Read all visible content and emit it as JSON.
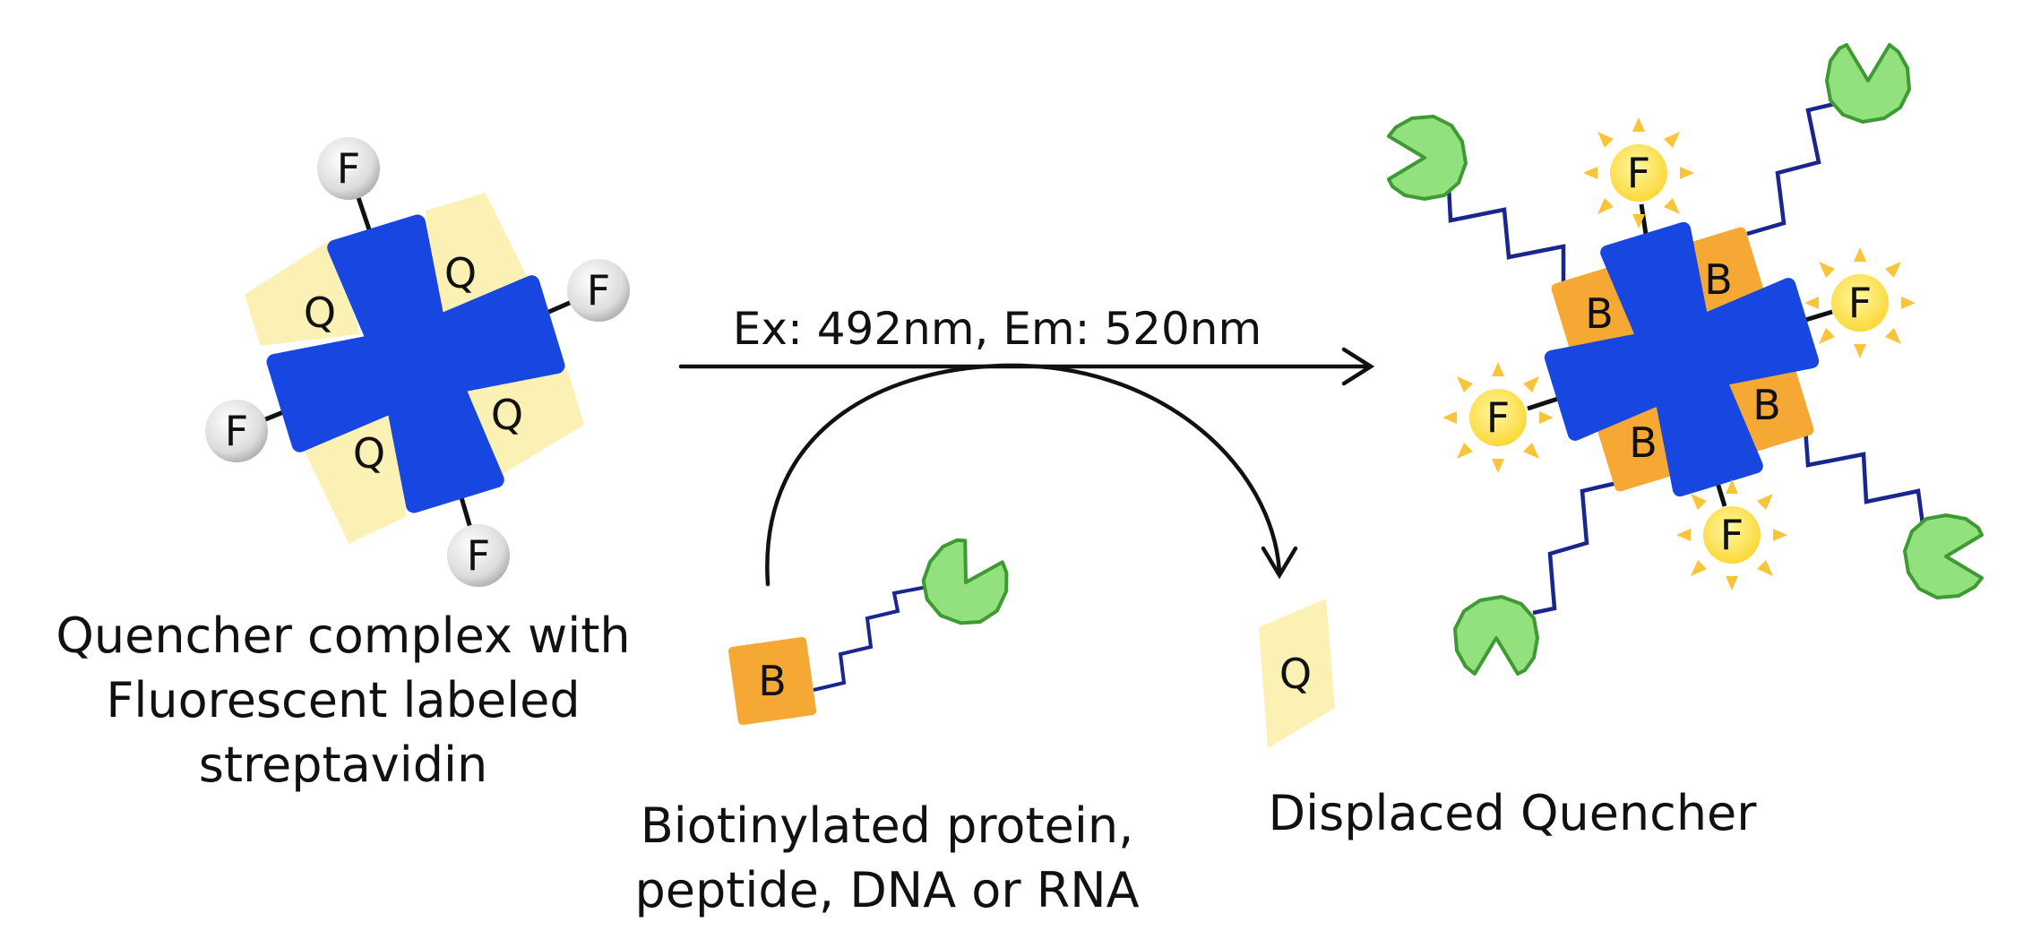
{
  "left_complex": {
    "caption_lines": [
      "Quencher complex with",
      "Fluorescent labeled",
      "streptavidin"
    ],
    "fluor_label": "F",
    "quencher_label": "Q"
  },
  "reaction": {
    "arrow_label": "Ex: 492nm, Em: 520nm"
  },
  "biotin_reagent": {
    "biotin_label": "B",
    "caption_lines": [
      "Biotinylated protein,",
      "peptide, DNA or RNA"
    ]
  },
  "displaced": {
    "quencher_label": "Q",
    "caption": "Displaced Quencher"
  },
  "right_complex": {
    "fluor_label": "F",
    "biotin_label": "B"
  },
  "colors": {
    "streptavidin": "#1746e0",
    "quencher": "#fbf1b4",
    "biotin": "#f5a833",
    "fluor_glow": "#fde24a",
    "ray": "#f8c53a",
    "linker": "#1a2590",
    "target": "#93e07e"
  }
}
